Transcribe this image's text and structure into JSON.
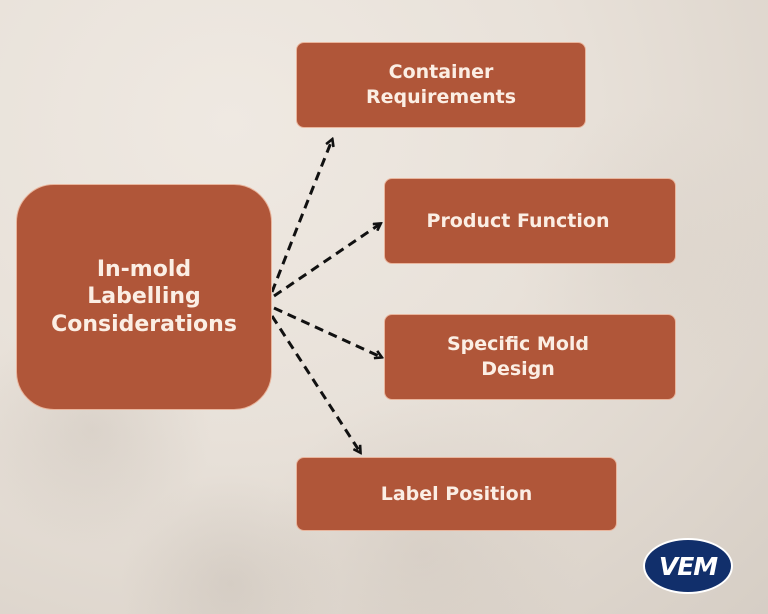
{
  "diagram": {
    "central_node": {
      "label": "In-mold\nLabelling\nConsiderations"
    },
    "nodes": [
      {
        "label": "Container\nRequirements"
      },
      {
        "label": "Product Function"
      },
      {
        "label": "Specific Mold\nDesign"
      },
      {
        "label": "Label Position"
      }
    ],
    "edge_style": "dashed-arrow",
    "colors": {
      "node_fill": "#b05639",
      "node_text": "#fbeee4",
      "arrow": "#111111",
      "background": "#e8e1d9"
    }
  },
  "logo": {
    "text": "VEM",
    "color": "#112f6b"
  }
}
